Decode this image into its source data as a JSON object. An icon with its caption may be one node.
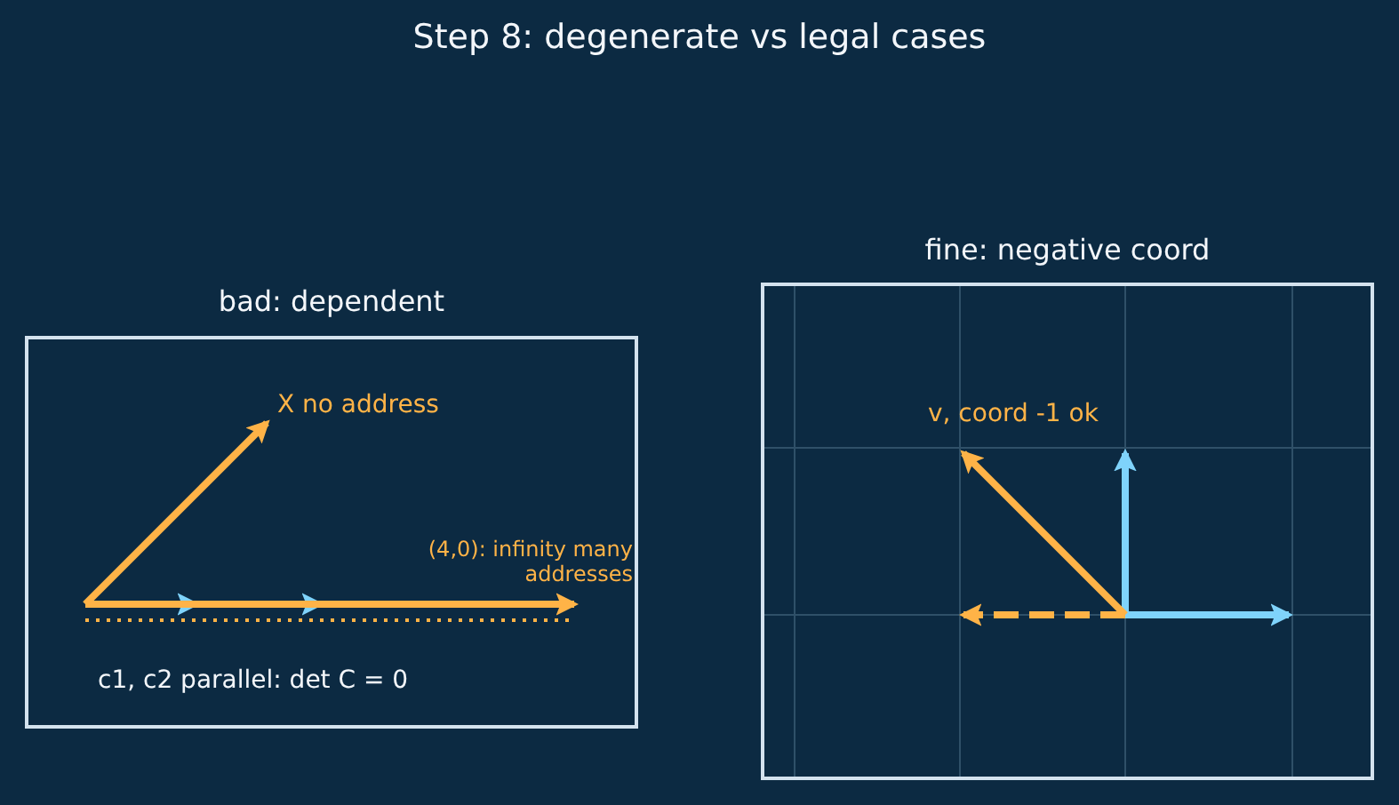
{
  "diagram": {
    "title": "Step 8: degenerate vs legal cases",
    "nodes": [
      {
        "text": [
          "bad: dependent"
        ]
      },
      {
        "text": [
          "fine: negative coord"
        ]
      }
    ],
    "labels": [
      "X no address",
      "(4,0): infinity many addresses",
      "c1, c2 parallel: det C = 0",
      "v, coord -1 ok"
    ]
  }
}
